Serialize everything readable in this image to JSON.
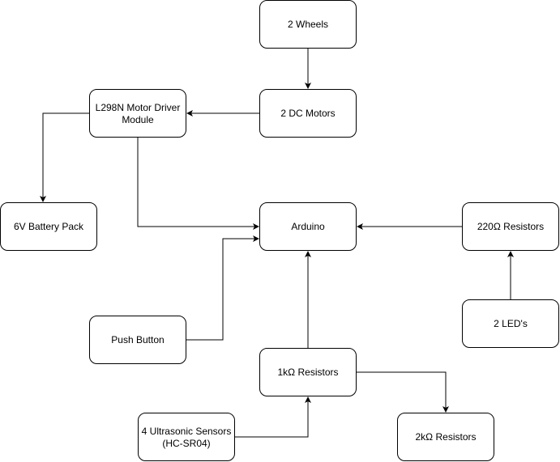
{
  "nodes": {
    "wheels": {
      "label": "2 Wheels"
    },
    "dc_motors": {
      "label": "2 DC Motors"
    },
    "motor_driver": {
      "label_line1": "L298N Motor Driver",
      "label_line2": "Module"
    },
    "battery": {
      "label": "6V Battery Pack"
    },
    "arduino": {
      "label": "Arduino"
    },
    "resistors_220": {
      "label": "220Ω Resistors"
    },
    "leds": {
      "label": "2 LED's"
    },
    "push_button": {
      "label": "Push Button"
    },
    "resistors_1k": {
      "label": "1kΩ Resistors"
    },
    "ultrasonic": {
      "label_line1": "4 Ultrasonic Sensors",
      "label_line2": "(HC-SR04)"
    },
    "resistors_2k": {
      "label": "2kΩ Resistors"
    }
  },
  "edges": [
    {
      "from": "wheels",
      "to": "dc_motors"
    },
    {
      "from": "dc_motors",
      "to": "motor_driver"
    },
    {
      "from": "motor_driver",
      "to": "battery"
    },
    {
      "from": "motor_driver",
      "to": "arduino"
    },
    {
      "from": "resistors_220",
      "to": "arduino"
    },
    {
      "from": "leds",
      "to": "resistors_220"
    },
    {
      "from": "push_button",
      "to": "arduino"
    },
    {
      "from": "resistors_1k",
      "to": "arduino"
    },
    {
      "from": "ultrasonic",
      "to": "resistors_1k"
    },
    {
      "from": "resistors_1k",
      "to": "resistors_2k"
    }
  ]
}
